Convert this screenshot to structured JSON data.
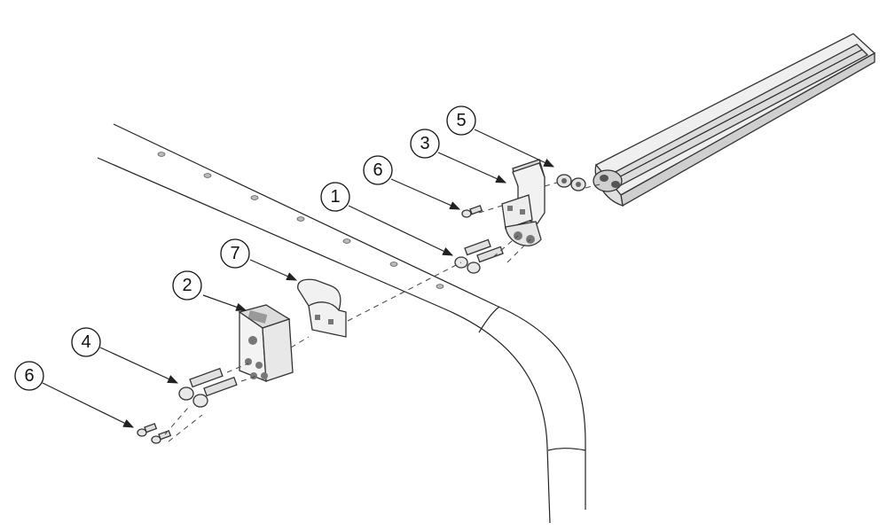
{
  "colors": {
    "outline": "#333333",
    "face": "#f4f4f4",
    "shade": "#d6d6d6",
    "dark": "#9a9a9a"
  },
  "callouts": [
    {
      "id": "c1",
      "label": "1"
    },
    {
      "id": "c2",
      "label": "2"
    },
    {
      "id": "c3",
      "label": "3"
    },
    {
      "id": "c4",
      "label": "4"
    },
    {
      "id": "c5",
      "label": "5"
    },
    {
      "id": "c6a",
      "label": "6"
    },
    {
      "id": "c6b",
      "label": "6"
    },
    {
      "id": "c7",
      "label": "7"
    }
  ]
}
